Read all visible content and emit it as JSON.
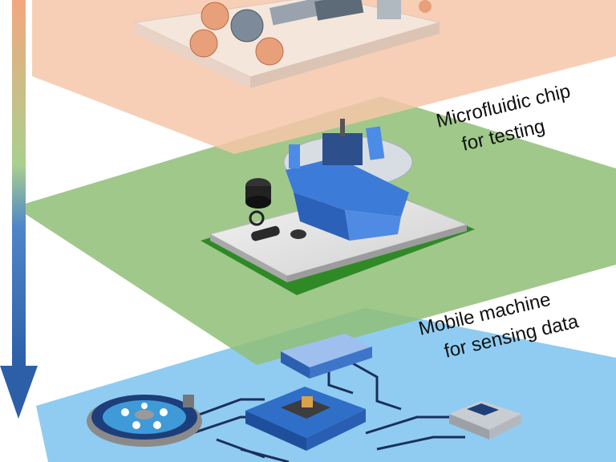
{
  "labels": {
    "chip_line1": "Microfluidic chip",
    "chip_line2": "for testing",
    "mobile_line1": "Mobile machine",
    "mobile_line2": "for sensing data"
  },
  "colors": {
    "top_layer": "#f6c7a9",
    "middle_layer": "#8fbe77",
    "bottom_layer": "#7cc3ef",
    "arrow_top": "#f3a77e",
    "arrow_mid": "#a9d08e",
    "arrow_bottom": "#2c63b2"
  }
}
